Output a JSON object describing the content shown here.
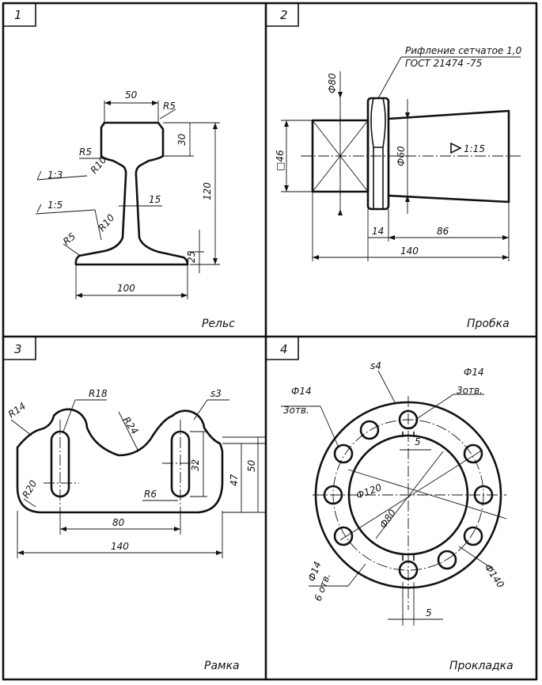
{
  "panels": [
    {
      "number": "1",
      "title": "Рельс",
      "dims": {
        "top_width": "50",
        "r_top": "R5",
        "head_h": "30",
        "r_left": "R5",
        "slope1": "1:3",
        "r_neck": "R10",
        "web": "15",
        "slope2": "1:5",
        "height": "120",
        "r_base_neck": "R10",
        "r_base": "R5",
        "base_h": "25",
        "base_w": "100"
      }
    },
    {
      "number": "2",
      "title": "Пробка",
      "note_line1": "Рифление сетчатое 1,0",
      "note_line2": "ГОСТ 21474 -75",
      "dims": {
        "d_knurl": "Ф80",
        "square": "□46",
        "d_cone": "Ф60",
        "taper": "1:15",
        "w_knurl": "14",
        "w_cone": "86",
        "total": "140"
      }
    },
    {
      "number": "3",
      "title": "Рамка",
      "dims": {
        "r_corner": "R14",
        "r_top": "R18",
        "thickness": "s3",
        "r_mid": "R24",
        "r_bottom": "R20",
        "slot": "32",
        "r_slot": "R6",
        "h_inner": "47",
        "h_outer": "50",
        "center_dist": "80",
        "total": "140"
      }
    },
    {
      "number": "4",
      "title": "Прокладка",
      "dims": {
        "thickness": "s4",
        "holes_a": "Ф14",
        "holes_a_count": "3отв.",
        "holes_b": "Ф14",
        "holes_b_count": "3отв.",
        "slot_top": "5",
        "d_bolt": "Ф120",
        "d_inner": "Ф80",
        "holes_c": "Ф14",
        "holes_c_count": "6 отв.",
        "d_outer": "Ф140",
        "slot_bottom": "5"
      }
    }
  ]
}
